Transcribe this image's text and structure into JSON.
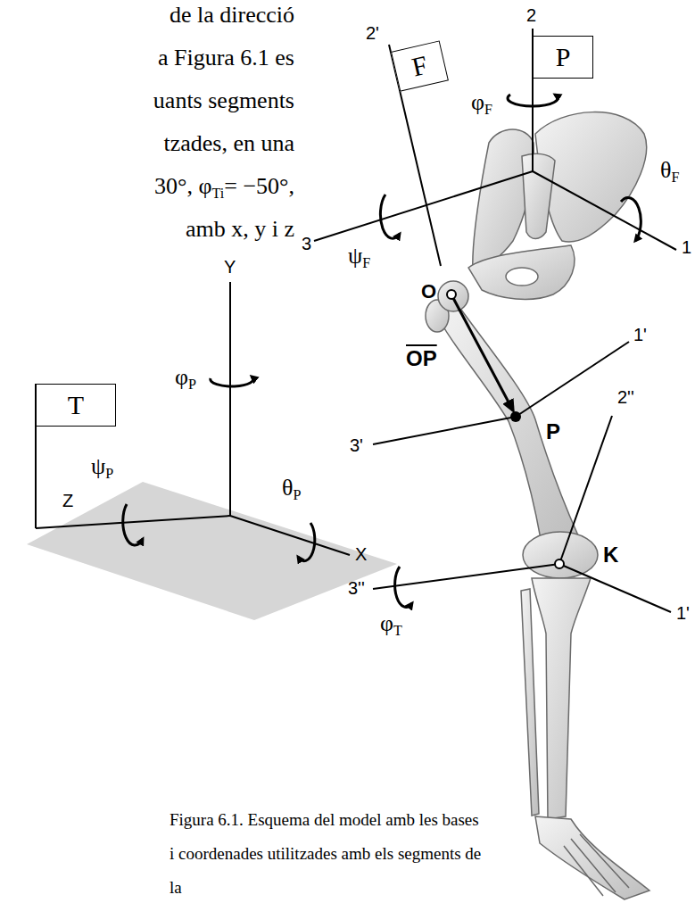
{
  "diagram": {
    "caption": "Figura 6.1. Esquema del model amb les bases i coordenades utilitzades amb els segments de la",
    "nodes": [
      {
        "text": [
          "P"
        ]
      },
      {
        "text": [
          "F"
        ]
      },
      {
        "text": [
          "T"
        ]
      }
    ],
    "labels": [
      "de la direcció",
      "a Figura 6.1 es",
      "uants segments",
      "tzades, en una",
      "30°, φTi= −50°,",
      "amb x, y i z",
      "2",
      "φF",
      "2'",
      "3",
      "ψF",
      "θF",
      "1",
      "O",
      "OP",
      "1'",
      "P",
      "3'",
      "2''",
      "K",
      "3''",
      "1'",
      "φT",
      "Y",
      "φP",
      "ψP",
      "θP",
      "Z",
      "X"
    ]
  }
}
